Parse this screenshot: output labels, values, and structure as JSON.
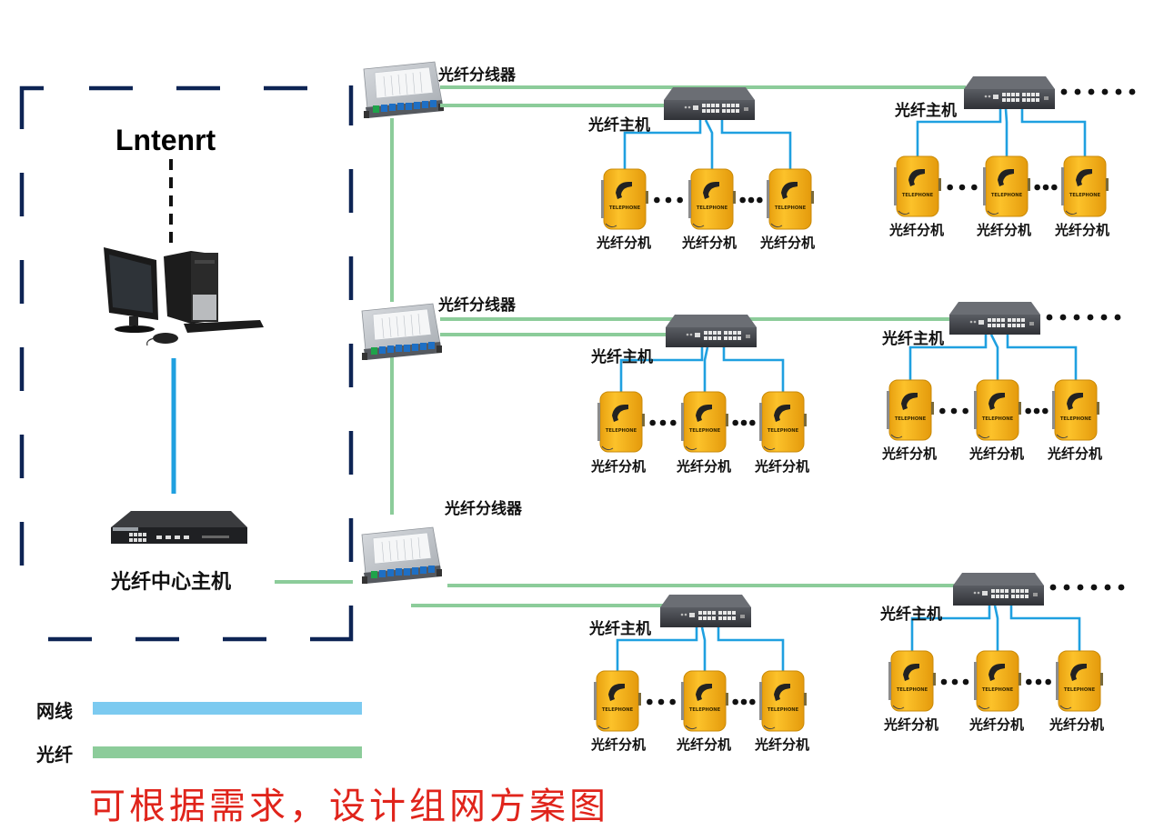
{
  "title_note": "可根据需求，设计组网方案图",
  "colors": {
    "network_cable": "#7ccaf0",
    "fiber": "#8ccc9a",
    "ethernet_link": "#1fa0e0",
    "boundary": "#0d2454",
    "caption": "#e0241b",
    "phone_body": "#f5b21c"
  },
  "control_room": {
    "internet_label": "Lntenrt",
    "computer": "desktop-computer",
    "central_host_label": "光纤中心主机"
  },
  "splitter_label": "光纤分线器",
  "host_label": "光纤主机",
  "extension_label": "光纤分机",
  "phone_text": "TELEPHONE",
  "continuation_mark": "• • • • • •",
  "between_phones_mark": "• • •",
  "rows": [
    {
      "splitter_label": "光纤分线器",
      "hosts": [
        {
          "label": "光纤主机",
          "extensions": [
            "光纤分机",
            "光纤分机",
            "光纤分机"
          ]
        },
        {
          "label": "光纤主机",
          "extensions": [
            "光纤分机",
            "光纤分机",
            "光纤分机"
          ]
        }
      ]
    },
    {
      "splitter_label": "光纤分线器",
      "hosts": [
        {
          "label": "光纤主机",
          "extensions": [
            "光纤分机",
            "光纤分机",
            "光纤分机"
          ]
        },
        {
          "label": "光纤主机",
          "extensions": [
            "光纤分机",
            "光纤分机",
            "光纤分机"
          ]
        }
      ]
    },
    {
      "splitter_label": "光纤分线器",
      "hosts": [
        {
          "label": "光纤主机",
          "extensions": [
            "光纤分机",
            "光纤分机",
            "光纤分机"
          ]
        },
        {
          "label": "光纤主机",
          "extensions": [
            "光纤分机",
            "光纤分机",
            "光纤分机"
          ]
        }
      ]
    }
  ],
  "legend": [
    {
      "label": "网线",
      "color": "#7ccaf0"
    },
    {
      "label": "光纤",
      "color": "#8ccc9a"
    }
  ]
}
